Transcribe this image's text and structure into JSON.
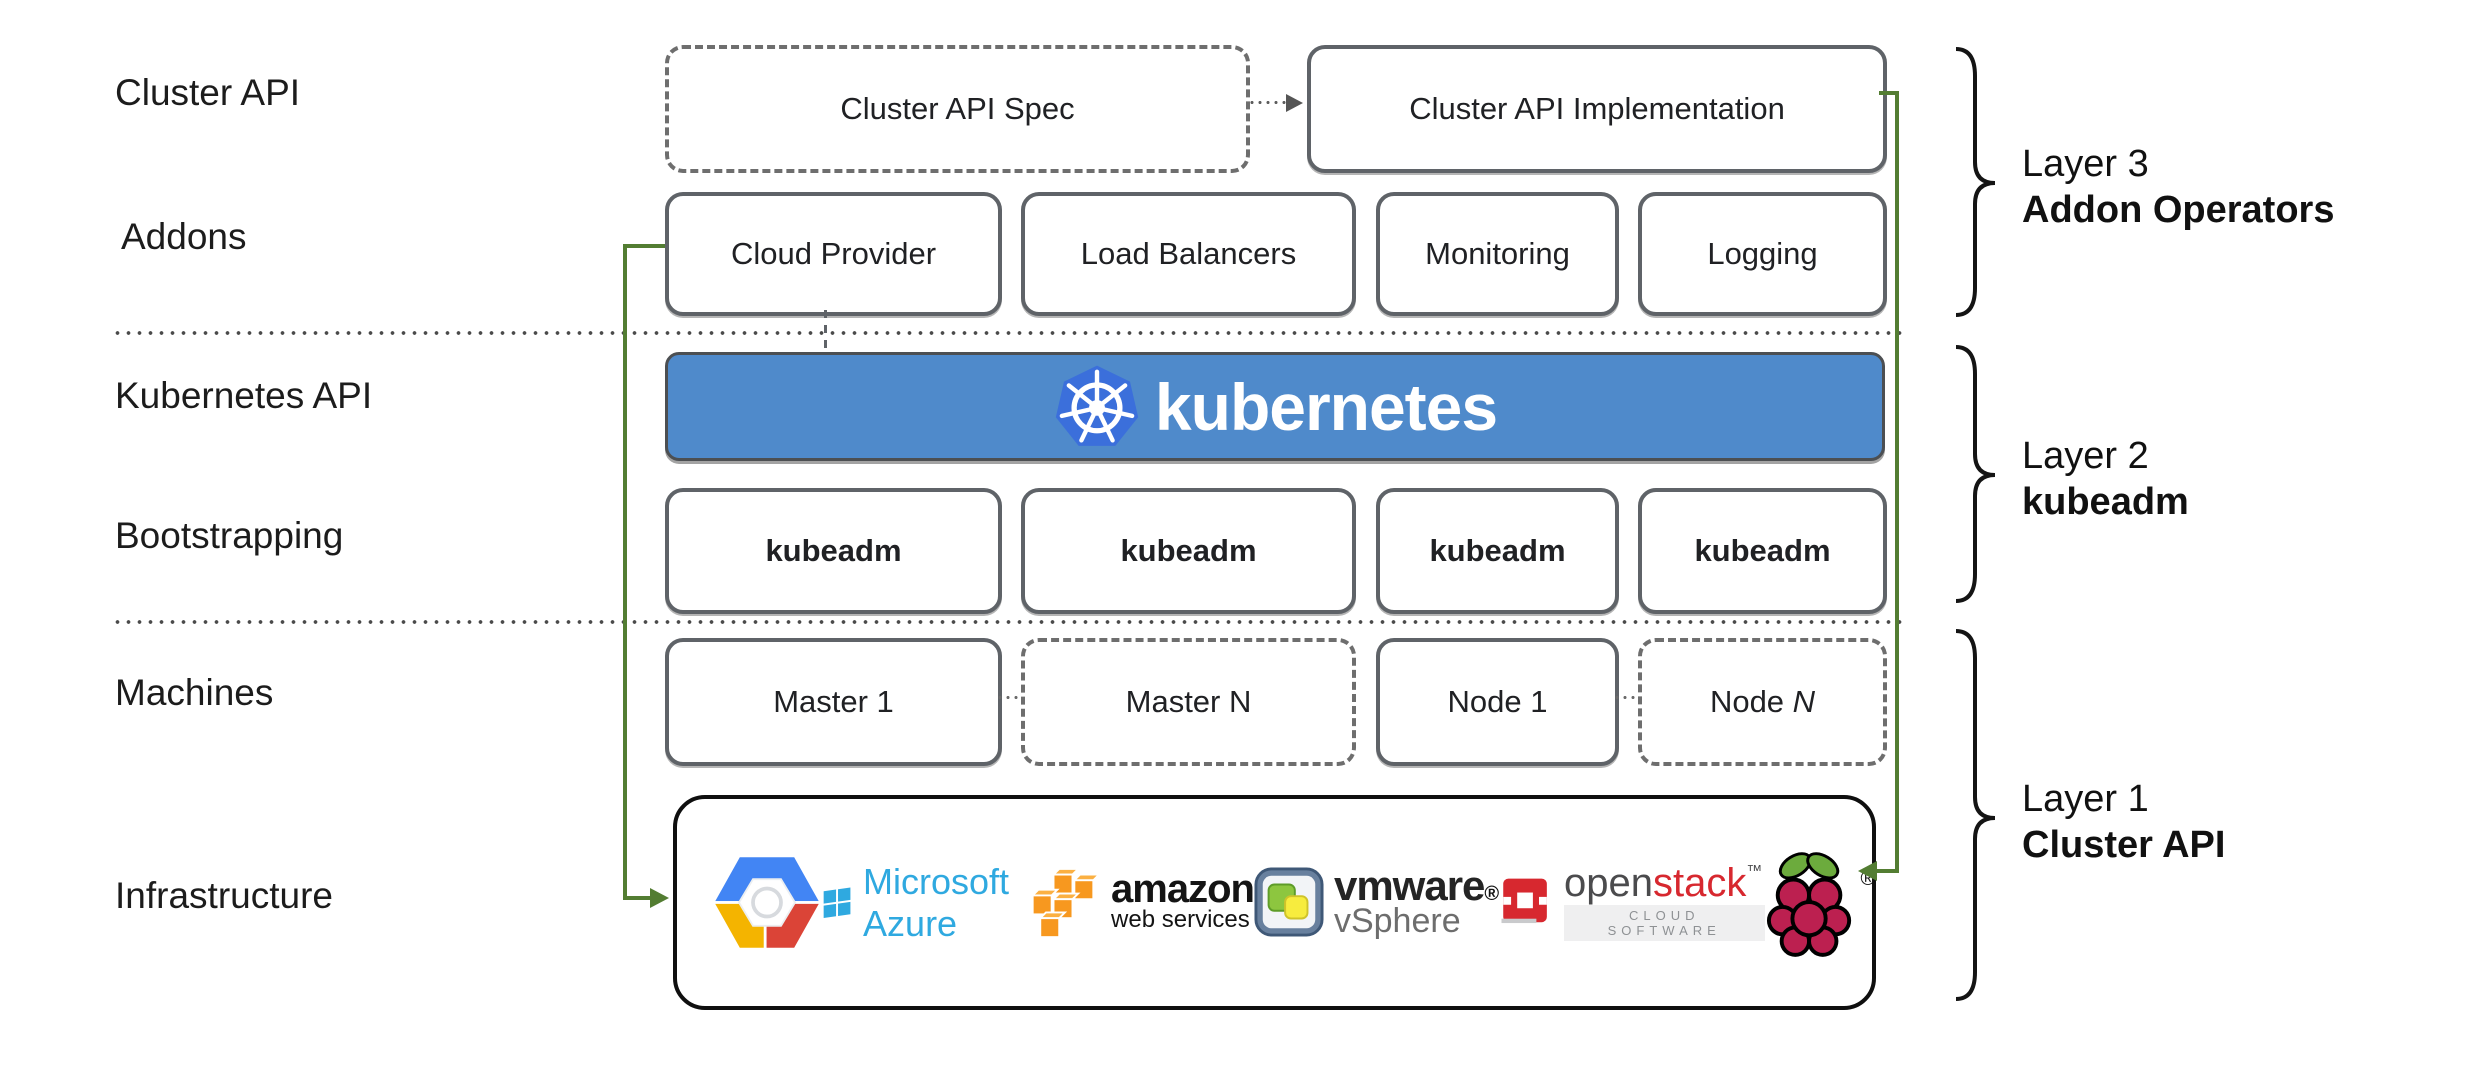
{
  "rows": [
    {
      "label": "Cluster API"
    },
    {
      "label": "Addons"
    },
    {
      "label": "Kubernetes API"
    },
    {
      "label": "Bootstrapping"
    },
    {
      "label": "Machines"
    },
    {
      "label": "Infrastructure"
    }
  ],
  "top_row": {
    "spec": "Cluster API Spec",
    "implementation": "Cluster API Implementation"
  },
  "addons": [
    "Cloud Provider",
    "Load Balancers",
    "Monitoring",
    "Logging"
  ],
  "banner": {
    "text": "kubernetes"
  },
  "bootstrapping": [
    "kubeadm",
    "kubeadm",
    "kubeadm",
    "kubeadm"
  ],
  "machines": [
    {
      "prefix": "Master 1",
      "suffix": ""
    },
    {
      "prefix": "Master N",
      "suffix": ""
    },
    {
      "prefix": "Node 1",
      "suffix": ""
    },
    {
      "prefix": "Node ",
      "suffix": "N"
    }
  ],
  "infrastructure": {
    "azure": {
      "text": "Microsoft Azure"
    },
    "aws": {
      "line1": "amazon",
      "line2": "web services"
    },
    "vmware": {
      "line1": "vmware",
      "reg": "®",
      "line2": "vSphere"
    },
    "openstack": {
      "open": "open",
      "stack": "stack",
      "tm": "™",
      "tagline": "CLOUD SOFTWARE"
    },
    "raspberry_pi": {
      "reg": "®"
    }
  },
  "layers": [
    {
      "line1": "Layer 3",
      "line2": "Addon Operators"
    },
    {
      "line1": "Layer 2",
      "line2": "kubeadm"
    },
    {
      "line1": "Layer 1",
      "line2": "Cluster API"
    }
  ],
  "colors": {
    "banner_blue": "#4f8acb",
    "k8s_logo_blue": "#3b6fdb",
    "green_connector": "#537d32",
    "box_border_gray": "#5f6368",
    "azure_blue": "#2fa9e0",
    "aws_orange": "#f7981f",
    "openstack_red": "#d7282f",
    "raspberry_red": "#bc2050",
    "leaf_green": "#6cab3d",
    "gcp_blue": "#4285f4",
    "gcp_red": "#db4437",
    "gcp_yellow": "#f4b400"
  }
}
